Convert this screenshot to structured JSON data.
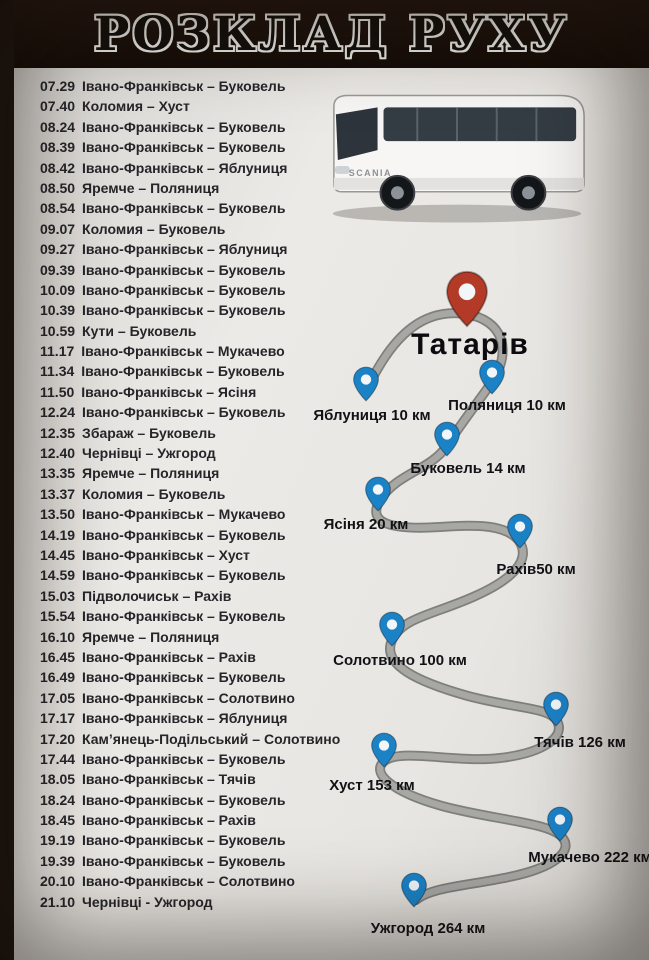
{
  "title": "РОЗКЛАД РУХУ",
  "bus": {
    "brand": "SCANIA"
  },
  "colors": {
    "pin_blue": "#1c82c6",
    "pin_blue_dark": "#0f5e96",
    "pin_red": "#b43a28",
    "road_gray": "#9d9d9d"
  },
  "schedule": {
    "items": [
      {
        "time": "07.29",
        "route": "Івано-Франківськ – Буковель"
      },
      {
        "time": "07.40",
        "route": "Коломия – Хуст"
      },
      {
        "time": "08.24",
        "route": "Івано-Франківськ – Буковель"
      },
      {
        "time": "08.39",
        "route": "Івано-Франківськ – Буковель"
      },
      {
        "time": "08.42",
        "route": "Івано-Франківськ – Яблуниця"
      },
      {
        "time": "08.50",
        "route": "Яремче – Поляниця"
      },
      {
        "time": "08.54",
        "route": "Івано-Франківськ – Буковель"
      },
      {
        "time": "09.07",
        "route": "Коломия – Буковель"
      },
      {
        "time": "09.27",
        "route": "Івано-Франківськ – Яблуниця"
      },
      {
        "time": "09.39",
        "route": "Івано-Франківськ – Буковель"
      },
      {
        "time": "10.09",
        "route": "Івано-Франківськ – Буковель"
      },
      {
        "time": "10.39",
        "route": "Івано-Франківськ – Буковель"
      },
      {
        "time": "10.59",
        "route": "Кути – Буковель"
      },
      {
        "time": "11.17",
        "route": "Івано-Франківськ – Мукачево"
      },
      {
        "time": "11.34",
        "route": "Івано-Франківськ – Буковель"
      },
      {
        "time": "11.50",
        "route": "Івано-Франківськ – Ясіня"
      },
      {
        "time": "12.24",
        "route": "Івано-Франківськ – Буковель"
      },
      {
        "time": "12.35",
        "route": "Збараж – Буковель"
      },
      {
        "time": "12.40",
        "route": "Чернівці – Ужгород"
      },
      {
        "time": "13.35",
        "route": "Яремче – Поляниця"
      },
      {
        "time": "13.37",
        "route": "Коломия – Буковель"
      },
      {
        "time": "13.50",
        "route": "Івано-Франківськ – Мукачево"
      },
      {
        "time": "14.19",
        "route": "Івано-Франківськ – Буковель"
      },
      {
        "time": "14.45",
        "route": "Івано-Франківськ – Хуст"
      },
      {
        "time": "14.59",
        "route": "Івано-Франківськ – Буковель"
      },
      {
        "time": "15.03",
        "route": "Підволочиськ – Рахів"
      },
      {
        "time": "15.54",
        "route": "Івано-Франківськ – Буковель"
      },
      {
        "time": "16.10",
        "route": "Яремче – Поляниця"
      },
      {
        "time": "16.45",
        "route": "Івано-Франківськ – Рахів"
      },
      {
        "time": "16.49",
        "route": "Івано-Франківськ – Буковель"
      },
      {
        "time": "17.05",
        "route": "Івано-Франківськ – Солотвино"
      },
      {
        "time": "17.17",
        "route": "Івано-Франківськ – Яблуниця"
      },
      {
        "time": "17.20",
        "route": "Кам’янець-Подільський – Солотвино"
      },
      {
        "time": "17.44",
        "route": "Івано-Франківськ – Буковель"
      },
      {
        "time": "18.05",
        "route": "Івано-Франківськ – Тячів"
      },
      {
        "time": "18.24",
        "route": "Івано-Франківськ – Буковель"
      },
      {
        "time": "18.45",
        "route": "Івано-Франківськ – Рахів"
      },
      {
        "time": "19.19",
        "route": "Івано-Франківськ – Буковель"
      },
      {
        "time": "19.39",
        "route": "Івано-Франківськ – Буковель"
      },
      {
        "time": "20.10",
        "route": "Івано-Франківськ – Солотвино"
      },
      {
        "time": "21.10",
        "route": "Чернівці - Ужгород"
      }
    ]
  },
  "map": {
    "pins": [
      {
        "label": "Татарів",
        "type": "origin"
      },
      {
        "label": "Поляниця 10 км",
        "type": "stop"
      },
      {
        "label": "Яблуниця 10 км",
        "type": "stop"
      },
      {
        "label": "Буковель 14 км",
        "type": "stop"
      },
      {
        "label": "Ясіня 20 км",
        "type": "stop"
      },
      {
        "label": "Рахів50 км",
        "type": "stop"
      },
      {
        "label": "Солотвино 100 км",
        "type": "stop"
      },
      {
        "label": "Тячів 126 км",
        "type": "stop"
      },
      {
        "label": "Хуст 153 км",
        "type": "stop"
      },
      {
        "label": "Мукачево 222 км",
        "type": "stop"
      },
      {
        "label": "Ужгород 264 км",
        "type": "stop"
      }
    ]
  }
}
